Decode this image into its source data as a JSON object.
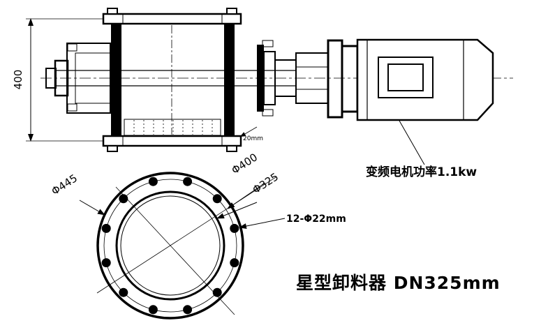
{
  "drawing": {
    "type": "engineering-drawing",
    "colors": {
      "background": "#ffffff",
      "line": "#000000"
    },
    "title": "星型卸料器 DN325mm",
    "annotations": {
      "motor_power": "变频电机功率1.1kw",
      "bolt_holes": "12-Φ22mm",
      "clearance": "20mm"
    },
    "dimensions": {
      "overall_height": "400",
      "outer_diameter": "Φ445",
      "bolt_circle_diameter": "Φ400",
      "bore_diameter": "Φ325"
    }
  }
}
